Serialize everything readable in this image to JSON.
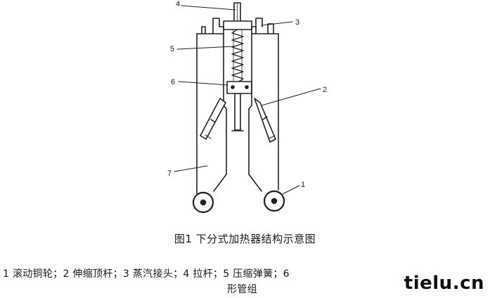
{
  "figure": {
    "caption": "图1   下分式加热器结构示意图",
    "callouts": [
      "1",
      "2",
      "3",
      "4",
      "5",
      "6",
      "7"
    ]
  },
  "legend": {
    "line1": "1   滚动铜轮；2   伸缩顶杆；3   蒸汽接头；4   拉杆；5   压缩弹簧；6",
    "line2": "形管组"
  },
  "watermark": "tielu.cn"
}
